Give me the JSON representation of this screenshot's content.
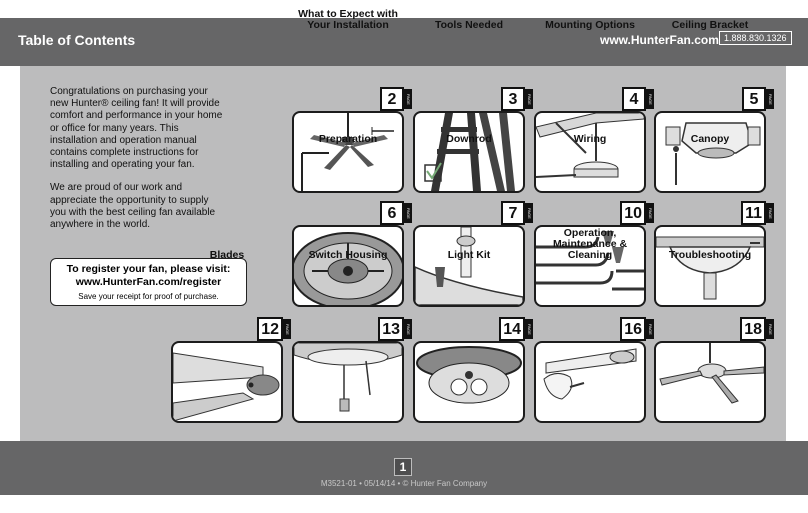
{
  "header": {
    "title": "Table of Contents",
    "site": "www.HunterFan.com",
    "phone": "1.888.830.1326"
  },
  "intro": {
    "p1": "Congratulations on purchasing your new Hunter® ceiling fan! It will provide comfort and performance in your home or office for many years. This installation and operation manual contains complete instructions for installing and operating your fan.",
    "p2": "We are proud of our work and appreciate the opportunity to supply you with the best ceiling fan available anywhere in the world."
  },
  "register": {
    "line1": "To register your fan, please visit:",
    "line2": "www.HunterFan.com/register",
    "line3": "Save your receipt for proof of purchase."
  },
  "page_tag": "PAGE",
  "sections": [
    {
      "label": "What to Expect with Your Installation",
      "page": "2",
      "icon": "fan-overview-icon"
    },
    {
      "label": "Tools Needed",
      "page": "3",
      "icon": "ladder-icon"
    },
    {
      "label": "Mounting Options",
      "page": "4",
      "icon": "mounting-icon"
    },
    {
      "label": "Ceiling Bracket",
      "page": "5",
      "icon": "bracket-icon"
    },
    {
      "label": "Preparation",
      "page": "6",
      "icon": "motor-icon"
    },
    {
      "label": "Downrod",
      "page": "7",
      "icon": "downrod-icon"
    },
    {
      "label": "Wiring",
      "page": "10",
      "icon": "wires-icon"
    },
    {
      "label": "Canopy",
      "page": "11",
      "icon": "canopy-icon"
    },
    {
      "label": "Blades",
      "page": "12",
      "icon": "blade-icon"
    },
    {
      "label": "Switch Housing",
      "page": "13",
      "icon": "switch-housing-icon"
    },
    {
      "label": "Light Kit",
      "page": "14",
      "icon": "light-kit-icon"
    },
    {
      "label": "Operation, Maintenance & Cleaning",
      "page": "16",
      "icon": "cleaning-icon"
    },
    {
      "label": "Troubleshooting",
      "page": "18",
      "icon": "question-icon"
    }
  ],
  "footer": {
    "page_number": "1",
    "text": "M3521-01 • 05/14/14 • © Hunter Fan Company"
  }
}
